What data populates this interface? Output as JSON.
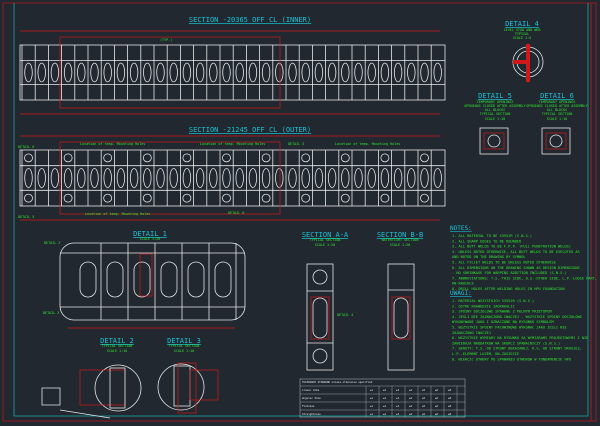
{
  "sections": {
    "inner_title": "SECTION -20365 OFF CL (INNER)",
    "outer_title": "SECTION -21245 OFF CL (OUTER)",
    "typ_label": "(TYP.)",
    "outer_callouts": [
      "Location of temp. Mounting Holes",
      "Location of temp. Mounting Holes",
      "DETAIL 5",
      "Location of temp. Mounting Holes",
      "Location of temp. Mounting Holes"
    ],
    "detail_labels": [
      "DETAIL 6",
      "DETAIL 5",
      "DETAIL 6"
    ]
  },
  "details": {
    "detail1": {
      "title": "DETAIL 1",
      "scale": "SCALE 1:20",
      "callouts": [
        "DETAIL 2",
        "DETAIL 3"
      ]
    },
    "detail2": {
      "title": "DETAIL 2",
      "sub": "TYPICAL SECTION",
      "scale": "SCALE 1:10"
    },
    "detail3": {
      "title": "DETAIL 3",
      "sub": "TYPICAL SECTION",
      "scale": "SCALE 1:10"
    },
    "detail4": {
      "title": "DETAIL 4",
      "sub1": "LEVEL STUD AND WEB",
      "sub2": "TYPICAL",
      "scale": "SCALE 1:5"
    },
    "detail5": {
      "title": "DETAIL 5",
      "lines": [
        "TEMPORARY OPENINGS",
        "OPENINGS CLOSED AFTER ASSEMBLY",
        "ALL BLOCKS",
        "TYPICAL SECTION"
      ],
      "scale": "SCALE 1:10"
    },
    "detail6": {
      "title": "DETAIL 6",
      "lines": [
        "TEMPORARY OPENINGS",
        "OPENINGS CLOSED AFTER ASSEMBLY",
        "ALL BLOCKS",
        "TYPICAL SECTION"
      ],
      "scale": "SCALE 1:10"
    },
    "section_aa": {
      "title": "SECTION A-A",
      "sub": "TYPICAL SECTION",
      "scale": "SCALE 1:20",
      "callout": "DETAIL 4"
    },
    "section_bb": {
      "title": "SECTION B-B",
      "sub": "WATERTIGHT SECTION",
      "scale": "SCALE 1:20"
    }
  },
  "notes": {
    "heading": "NOTES:",
    "items": [
      "1. ALL MATERIAL TO BE S355JR (S.N.S.)",
      "2. ALL SHARP EDGES TO BE ROUNDED",
      "3. ALL BUTT WELDS TO BE F.P.P. (FULL PENETRATION WELDS)",
      "4. UNLESS NOTED OTHERWISE, ALL BUTT WELDS TO BE EXECUTED AS",
      "   AND NOTED ON THE DRAWING BY SYMBOL",
      "5. ALL FILLET WELDS TO BE UNLESS NOTED OTHERWISE",
      "6. ALL DIMENSIONS ON THE DRAWING SHOWN AS DESIGN DIMENSIONS",
      "   - NO SHRINKAGE FOR WARPING ADDITION INCLUDED (S.N.S.)",
      "7. ABBREVIATIONS: T.S.-THIS SIDE, O.S.-OTHER SIDE, L.P.-LOOSE PART,",
      "   KN-KNUCKLE",
      "8. DRILL HOLES AFTER WELDING HOLES IN HPU FOUNDATION"
    ]
  },
  "uwagi": {
    "heading": "UWAGI:",
    "items": [
      "1. MATERIAL WSZYSTKICH S355JR (S.N.S.)",
      "2. OSTRE KRAWEDZIE ZAOKRAGLIC",
      "3. SPOINY DOCZOLOWE SPAWANE Z PELNYM PRZETOPEM",
      "4. JESLI NIE ZAZNACZONO INACZEJ - WSZYSTKIE SPOINY DOCZOLOWE",
      "   WYKONYWANE JAKO I OZNACZONE NA RYSUNKU SYMBOLEM",
      "5. WSZYSTKIE SPOINY PACHWINOWE WYKONAC JAKO JESLI NIE",
      "   ZAZNACZONO INACZEJ",
      "6. WSZYSTKIE WYMIARY NA RYSUNKU SA WYMIARAMI PROJEKTOWYMI I NIE",
      "   ZAWIERAJA NADDATKOW NA SKURCZ SPAWALNICZY (S.N.S.)",
      "7. SKROTY: T.S.-OD STRONY WSKAZANEJ, O.S.-OD STRONY DRUGIEJ,",
      "   L.P.-ELEMENT LUZEM, KN-ZAGIECIE",
      "8. WIERCIC OTWORY PO SPAWANIU OTWOROW W FUNDAMENCIE HPU"
    ]
  },
  "title_block": {
    "header": "TOLERANCE STANDARD unless otherwise specified",
    "row_labels": [
      "Linear dims",
      "Angular dims",
      "Flatness",
      "Straightness"
    ],
    "values": [
      "±1",
      "±2",
      "±3",
      "±4",
      "±5",
      "±6",
      "±8"
    ]
  },
  "colors": {
    "background": "#212830",
    "title": "#19c3d6",
    "text": "#2ee82e",
    "geometry": "#e8e8e8",
    "dimension": "#d01818",
    "label": "#e8e020"
  }
}
